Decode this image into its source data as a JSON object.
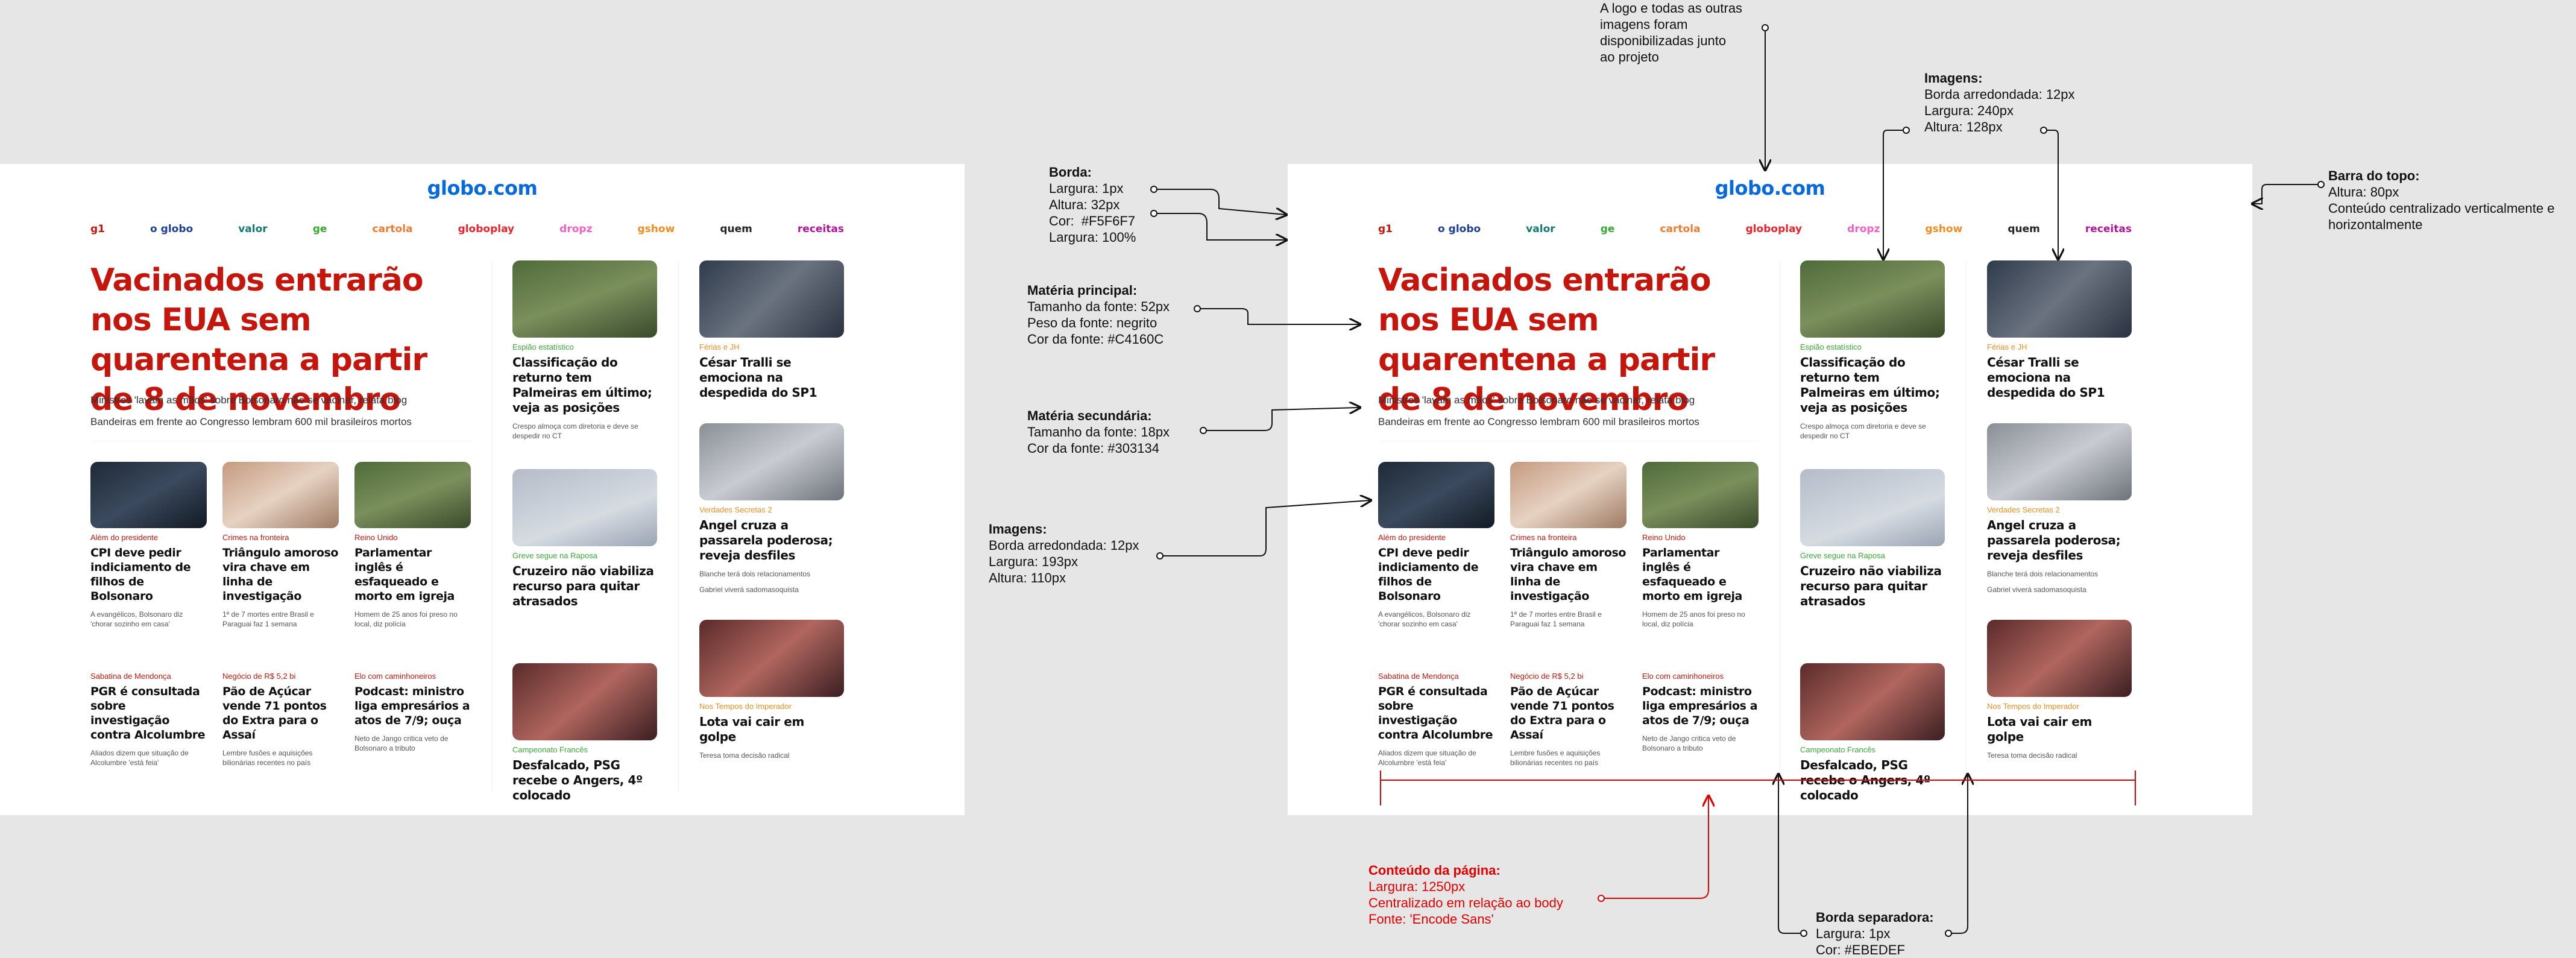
{
  "page": {
    "logo": "globo.com",
    "nav": [
      {
        "label": "g1",
        "color": "#C4160C"
      },
      {
        "label": "o globo",
        "color": "#1C3F93"
      },
      {
        "label": "valor",
        "color": "#0F7A6D"
      },
      {
        "label": "ge",
        "color": "#39A935"
      },
      {
        "label": "cartola",
        "color": "#F07A2E"
      },
      {
        "label": "globoplay",
        "color": "#E8232B"
      },
      {
        "label": "dropz",
        "color": "#F25FC6"
      },
      {
        "label": "gshow",
        "color": "#F28C1E"
      },
      {
        "label": "quem",
        "color": "#222222"
      },
      {
        "label": "receitas",
        "color": "#B4149C"
      }
    ],
    "main": {
      "title": "Vacinados entrarão nos EUA sem quarentena a partir de 8 de novembro",
      "sub1": "Ministros 'lavam as mãos' sobre Bolsonaro não se vacinar, relata blog",
      "sub2": "Bandeiras em frente ao Congresso lembram 600 mil brasileiros mortos"
    },
    "row1": [
      {
        "tag": "Além do presidente",
        "headline": "CPI deve pedir indiciamento de filhos de Bolsonaro",
        "sub": "A evangélicos, Bolsonaro diz 'chorar sozinho em casa'"
      },
      {
        "tag": "Crimes na fronteira",
        "headline": "Triângulo amoroso vira chave em linha de investigação",
        "sub": "1ª de 7 mortes entre Brasil e Paraguai faz 1 semana"
      },
      {
        "tag": "Reino Unido",
        "headline": "Parlamentar inglês é esfaqueado e morto em igreja",
        "sub": "Homem de 25 anos foi preso no local, diz polícia"
      }
    ],
    "row2": [
      {
        "tag": "Sabatina de Mendonça",
        "headline": "PGR é consultada sobre investigação contra Alcolumbre",
        "sub": "Aliados dizem que situação de Alcolumbre 'está feia'"
      },
      {
        "tag": "Negócio de R$ 5,2 bi",
        "headline": "Pão de Açúcar vende 71 pontos do Extra para o Assaí",
        "sub": "Lembre fusões e aquisições bilionárias recentes no país"
      },
      {
        "tag": "Elo com caminhoneiros",
        "headline": "Podcast: ministro liga empresários a atos de 7/9; ouça",
        "sub": "Neto de Jango critica veto de Bolsonaro a tributo"
      }
    ],
    "col3": [
      {
        "tag": "Espião estatístico",
        "headline": "Classificação do returno tem Palmeiras em último; veja as posições",
        "sub": "Crespo almoça com diretoria e deve se despedir no CT"
      },
      {
        "tag": "Greve segue na Raposa",
        "headline": "Cruzeiro não viabiliza recurso para quitar atrasados",
        "sub": ""
      },
      {
        "tag": "Campeonato Francês",
        "headline": "Desfalcado, PSG recebe o Angers, 4º colocado",
        "sub": ""
      }
    ],
    "col4": [
      {
        "tag": "Férias e JH",
        "headline": "César Tralli se emociona na despedida do SP1",
        "sub": "",
        "sub2": ""
      },
      {
        "tag": "Verdades Secretas 2",
        "headline": "Angel cruza a passarela poderosa; reveja desfiles",
        "sub": "Blanche terá dois relacionamentos",
        "sub2": "Gabriel viverá sadomasoquista"
      },
      {
        "tag": "Nos Tempos do Imperador",
        "headline": "Lota vai cair em golpe",
        "sub": "Teresa toma decisão radical",
        "sub2": ""
      }
    ],
    "colors": {
      "globo_tag": "#39A935",
      "gshow_tag": "#F28C1E",
      "g1_tag": "#C4160C"
    }
  },
  "annotations": {
    "logo": "A logo e todas as outras\nimagens foram\ndisponibilizadas junto\nao projeto",
    "images_top_title": "Imagens:",
    "images_top_body": "Borda arredondada: 12px\nLargura: 240px\nAltura: 128px",
    "topbar_title": "Barra do topo:",
    "topbar_body": "Altura: 80px\nConteúdo centralizado verticalmente e\nhorizontalmente",
    "border_title": "Borda:",
    "border_body": "Largura: 1px\nAltura: 32px\nCor:  #F5F6F7\nLargura: 100%",
    "main_title": "Matéria principal:",
    "main_body": "Tamanho da fonte: 52px\nPeso da fonte: negrito\nCor da fonte: #C4160C",
    "secondary_title": "Matéria secundária:",
    "secondary_body": "Tamanho da fonte: 18px\nCor da fonte: #303134",
    "images_left_title": "Imagens:",
    "images_left_body": "Borda arredondada: 12px\nLargura: 193px\nAltura: 110px",
    "content_title": "Conteúdo da página:",
    "content_body": "Largura: 1250px\nCentralizado em relação ao body\nFonte: 'Encode Sans'",
    "separator_title": "Borda separadora:",
    "separator_body": "Largura: 1px\nCor: #EBEDEF"
  }
}
